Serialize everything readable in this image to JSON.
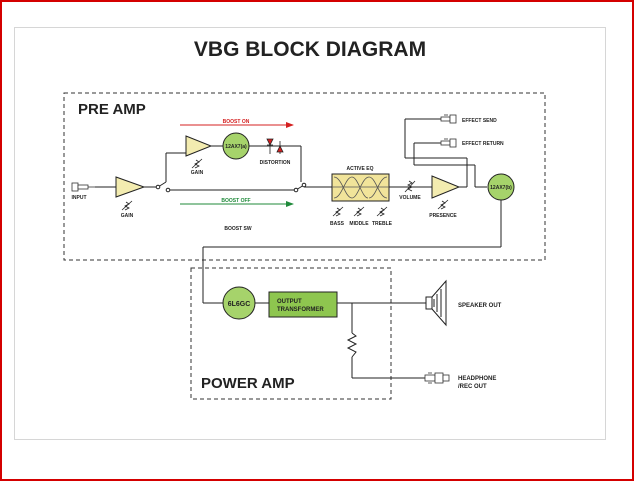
{
  "title": "VBG BLOCK DIAGRAM",
  "preamp": {
    "label": "PRE AMP",
    "input": "INPUT",
    "gain_main": "GAIN",
    "gain_boost": "GAIN",
    "tube_a": "12AX7(a)",
    "distortion": "DISTORTION",
    "boost_on": "BOOST ON",
    "boost_off": "BOOST OFF",
    "boost_sw": "BOOST SW",
    "active_eq": "ACTIVE EQ",
    "bass": "BASS",
    "middle": "MIDDLE",
    "treble": "TREBLE",
    "volume": "VOLUME",
    "presence": "PRESENCE",
    "tube_b": "12AX7(b)",
    "effect_send": "EFFECT SEND",
    "effect_return": "EFFECT RETURN"
  },
  "poweramp": {
    "label": "POWER AMP",
    "tube": "6L6GC",
    "transformer_line1": "OUTPUT",
    "transformer_line2": "TRANSFORMER",
    "speaker": "SPEAKER OUT",
    "headphone_line1": "HEADPHONE",
    "headphone_line2": "/REC OUT"
  },
  "colors": {
    "tube_fill": "#a6d36b",
    "amp_fill": "#f3ecb0",
    "transformer_fill": "#8ec64f",
    "eq_fill": "#f1e49a",
    "boost_on": "#d42020",
    "boost_off": "#1f8a3a",
    "frame": "#d40000"
  }
}
